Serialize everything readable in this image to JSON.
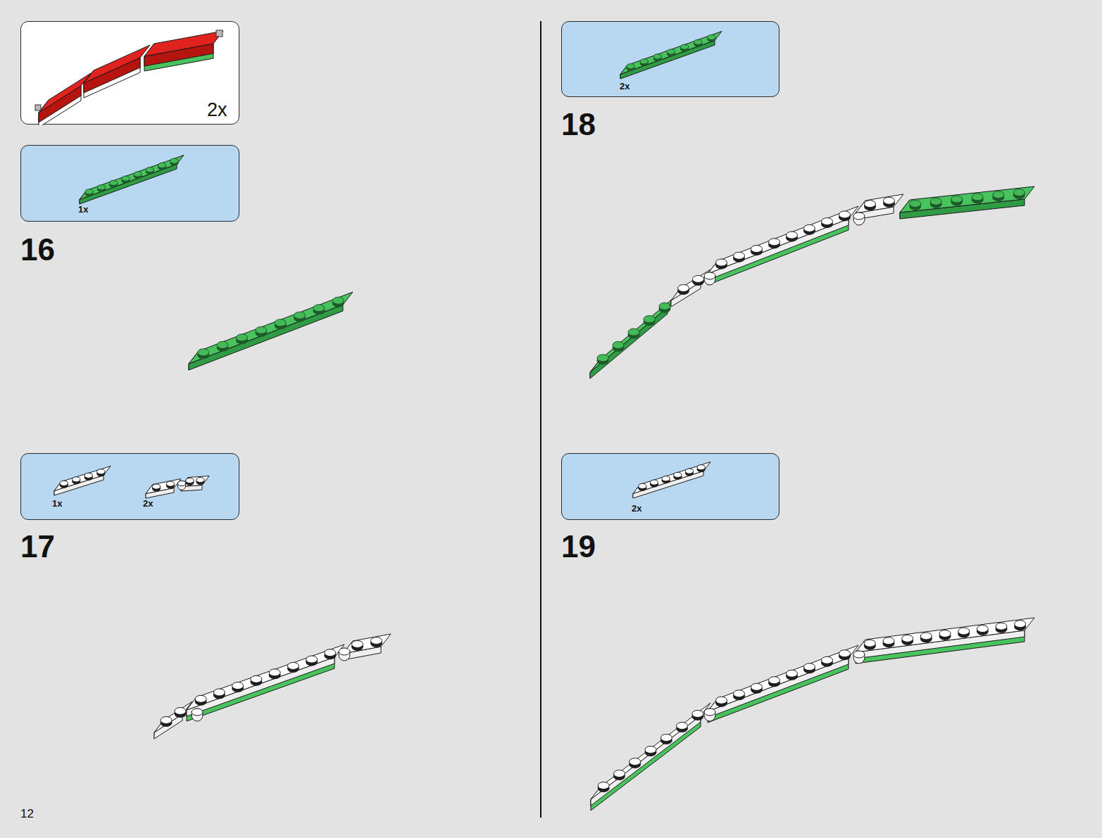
{
  "diagram": {
    "nodes": [
      {
        "text": [
          "2x"
        ]
      },
      {
        "text": [
          "1x"
        ]
      },
      {
        "text": [
          "1x",
          "2x"
        ]
      },
      {
        "text": [
          "2x"
        ]
      },
      {
        "text": [
          "2x"
        ]
      }
    ],
    "labels": [
      "16",
      "17",
      "18",
      "19",
      "12"
    ]
  }
}
